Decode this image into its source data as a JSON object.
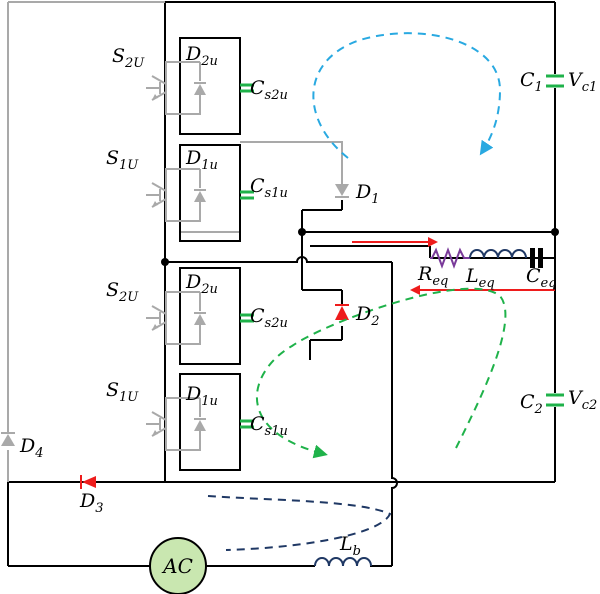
{
  "switches": [
    {
      "id": "top-s2u",
      "name": "S",
      "sub": "2U",
      "diode": "D",
      "diode_sub": "2u",
      "cap": "C",
      "cap_sub": "s2u"
    },
    {
      "id": "top-s1u",
      "name": "S",
      "sub": "1U",
      "diode": "D",
      "diode_sub": "1u",
      "cap": "C",
      "cap_sub": "s1u"
    },
    {
      "id": "bot-s2u",
      "name": "S",
      "sub": "2U",
      "diode": "D",
      "diode_sub": "2u",
      "cap": "C",
      "cap_sub": "s2u"
    },
    {
      "id": "bot-s1u",
      "name": "S",
      "sub": "1U",
      "diode": "D",
      "diode_sub": "1u",
      "cap": "C",
      "cap_sub": "s1u"
    }
  ],
  "diodes": {
    "d1": {
      "name": "D",
      "sub": "1"
    },
    "d2": {
      "name": "D",
      "sub": "2"
    },
    "d3": {
      "name": "D",
      "sub": "3"
    },
    "d4": {
      "name": "D",
      "sub": "4"
    }
  },
  "capacitors": {
    "c1": {
      "name": "C",
      "sub": "1",
      "v": "V",
      "v_sub": "c1"
    },
    "c2": {
      "name": "C",
      "sub": "2",
      "v": "V",
      "v_sub": "c2"
    }
  },
  "resonant": {
    "r": {
      "name": "R",
      "sub": "eq"
    },
    "l": {
      "name": "L",
      "sub": "eq"
    },
    "c": {
      "name": "C",
      "sub": "eq"
    }
  },
  "source": {
    "label": "AC"
  },
  "inductor_b": {
    "name": "L",
    "sub": "b"
  },
  "colors": {
    "wire": "#000000",
    "gray": "#a9a9a9",
    "capacitor": "#1fb24a",
    "red": "#ee1c1c",
    "blue_flow": "#29a9e1",
    "green_flow": "#1fb24a",
    "navy_flow": "#1f3864",
    "resistor": "#7a3b9a",
    "ac_fill": "#c9e7b0"
  }
}
